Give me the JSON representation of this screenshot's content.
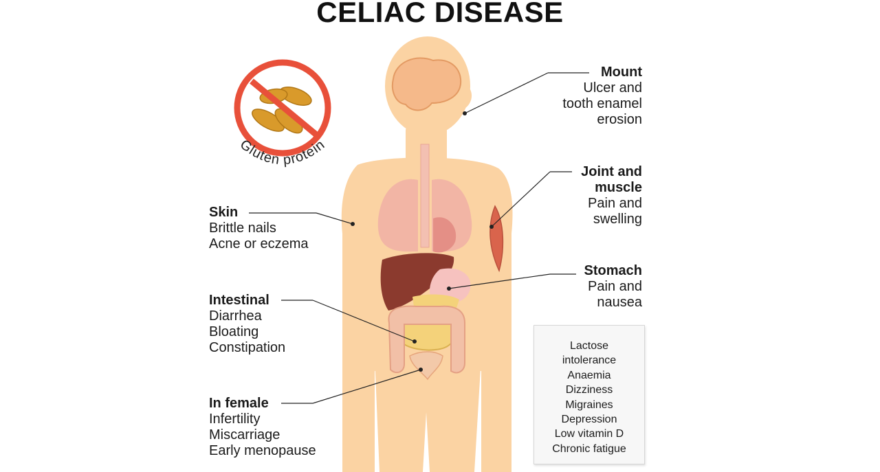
{
  "title": "CELIAC DISEASE",
  "badge": {
    "caption": "Gluten protein"
  },
  "callouts": {
    "mouth": {
      "heading": "Mount",
      "lines": [
        "Ulcer and",
        "tooth enamel",
        "erosion"
      ]
    },
    "joint": {
      "heading_lines": [
        "Joint and",
        "muscle"
      ],
      "lines": [
        "Pain and",
        "swelling"
      ]
    },
    "stomach": {
      "heading": "Stomach",
      "lines": [
        "Pain and",
        "nausea"
      ]
    },
    "skin": {
      "heading": "Skin",
      "lines": [
        "Brittle nails",
        "Acne or eczema"
      ]
    },
    "intestinal": {
      "heading": "Intestinal",
      "lines": [
        "Diarrhea",
        "Bloating",
        "Constipation"
      ]
    },
    "female": {
      "heading": "In female",
      "lines": [
        "Infertility",
        "Miscarriage",
        "Early menopause"
      ]
    }
  },
  "other_symptoms": [
    "Lactose",
    "intolerance",
    "Anaemia",
    "Dizziness",
    "Migraines",
    "Depression",
    "Low vitamin D",
    "Chronic fatigue"
  ],
  "colors": {
    "skin": "#fbd3a3",
    "ban_red": "#e8503a",
    "grain": "#d99a2b",
    "liver": "#8b3a2e",
    "lung": "#f2b5a5"
  }
}
